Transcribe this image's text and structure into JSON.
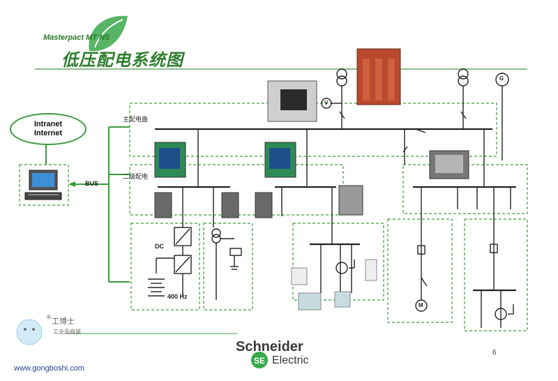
{
  "header": {
    "subtitle": "Masterpact MT NS",
    "title": "低压配电系统图"
  },
  "network": {
    "cloud_line1": "Intranet",
    "cloud_line2": "Internet",
    "bus_label": "BUS"
  },
  "diagram": {
    "main_panel_label": "主配电盘",
    "sub_panel_label": "二级配电",
    "dc_label": "DC",
    "freq_label": "400 Hz",
    "generator_symbol": "G",
    "voltmeter_symbol": "V",
    "motor_symbol": "M"
  },
  "footer": {
    "brand_line1": "Schneider",
    "brand_line2": "Electric",
    "page_number": "6",
    "watermark_brand": "工博士",
    "watermark_reg": "®",
    "watermark_sub": "工业品商城",
    "watermark_url": "www.gongboshi.com"
  },
  "colors": {
    "accent_green": "#2f7d2f",
    "line_dark": "#222222",
    "dash_green": "#3a9a3a",
    "network_blue": "#2f7d2f"
  }
}
